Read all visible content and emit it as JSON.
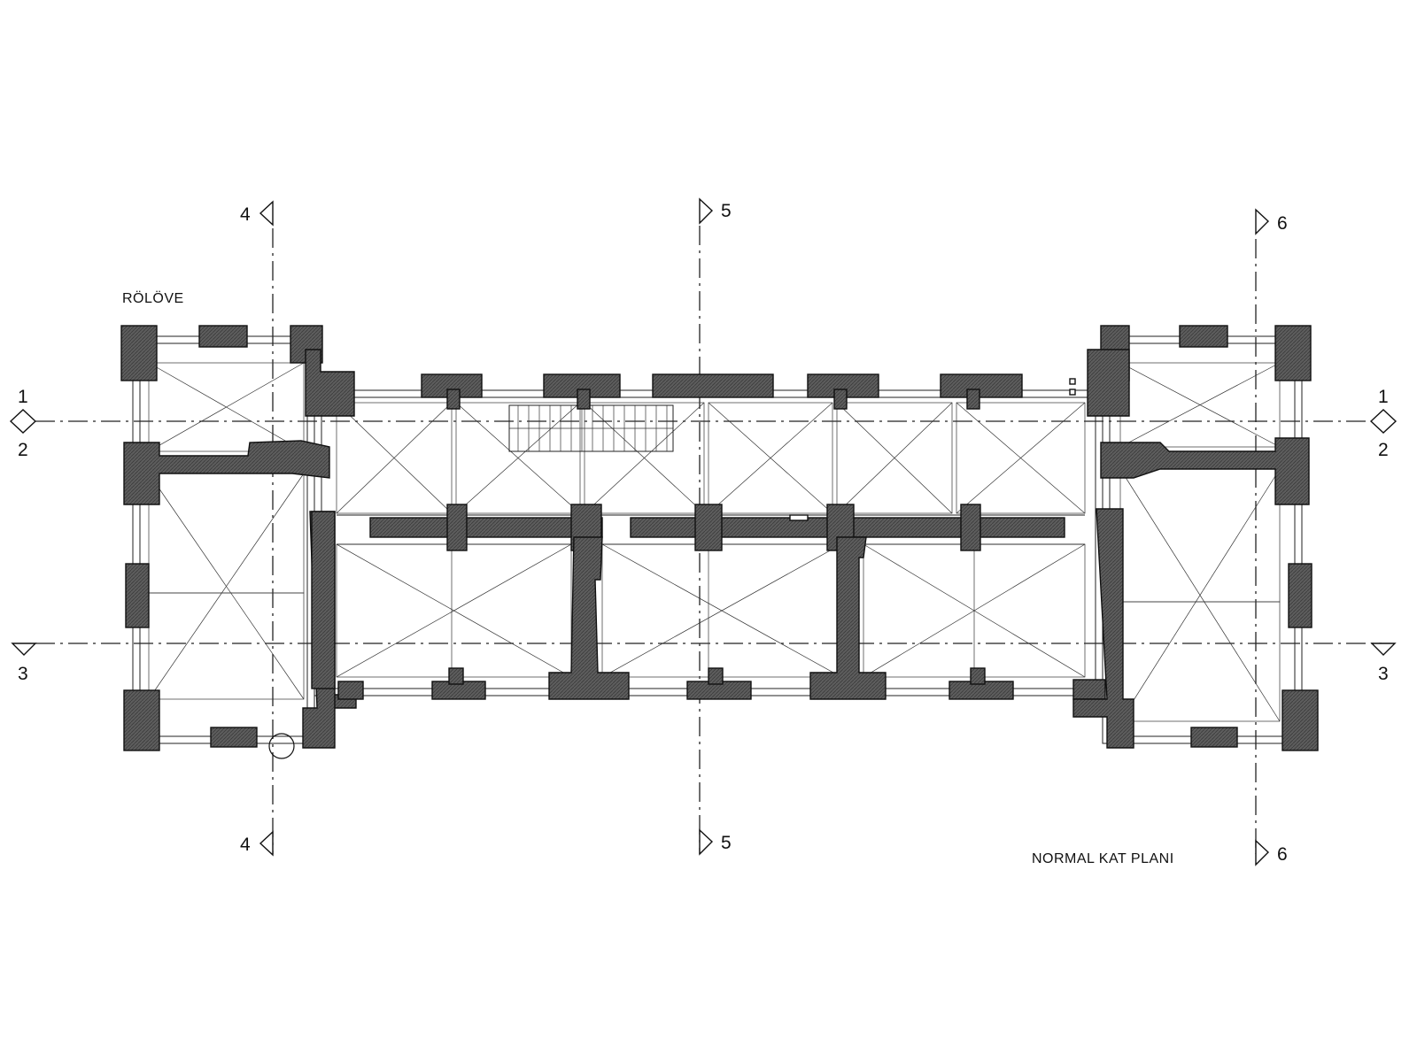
{
  "drawing": {
    "title": "NORMAL KAT PLANI",
    "note": "RÖLÖVE"
  },
  "section_marks": {
    "s1": "1",
    "s2": "2",
    "s3": "3",
    "s4": "4",
    "s5": "5",
    "s6": "6"
  },
  "colors": {
    "wall_fill": "#5a5a5a",
    "line": "#222222",
    "background": "#ffffff"
  }
}
